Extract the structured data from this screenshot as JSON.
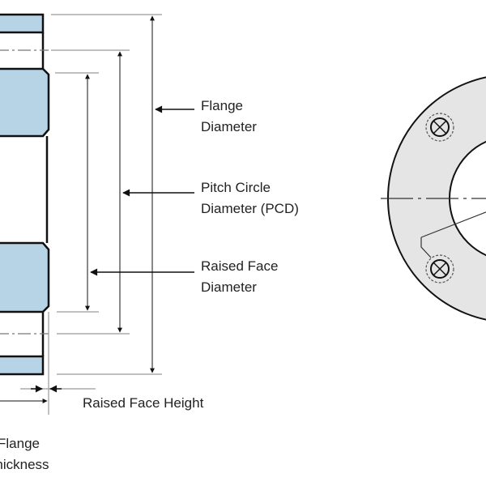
{
  "labels": {
    "flange_diameter": [
      "Flange",
      "Diameter"
    ],
    "pcd": [
      "Pitch Circle",
      "Diameter (PCD)"
    ],
    "raised_face_diameter": [
      "Raised Face",
      "Diameter"
    ],
    "raised_face_height": "Raised Face Height",
    "flange_thickness": [
      "Flange",
      "Thickness"
    ]
  },
  "colors": {
    "flange_section": "#b7d3e6",
    "flange_face": "#e5e5e5",
    "line": "#111111",
    "dim_line": "#9a9a9a"
  }
}
